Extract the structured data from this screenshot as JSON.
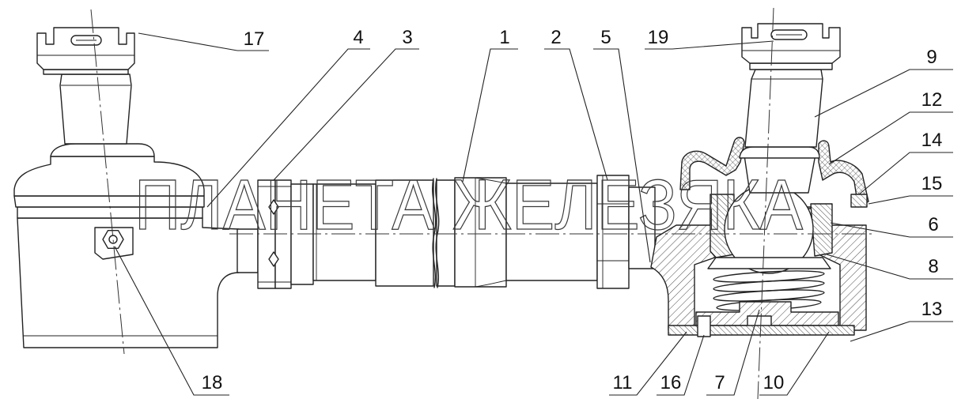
{
  "watermark": "ПЛАНЕТА ЖЕЛЕЗЯКА",
  "callouts": {
    "n1": "1",
    "n2": "2",
    "n3": "3",
    "n4": "4",
    "n5": "5",
    "n6": "6",
    "n7": "7",
    "n8": "8",
    "n9": "9",
    "n10": "10",
    "n11": "11",
    "n12": "12",
    "n13": "13",
    "n14": "14",
    "n15": "15",
    "n16": "16",
    "n17": "17",
    "n18": "18",
    "n19": "19"
  },
  "colors": {
    "line": "#222222",
    "background": "#ffffff"
  }
}
